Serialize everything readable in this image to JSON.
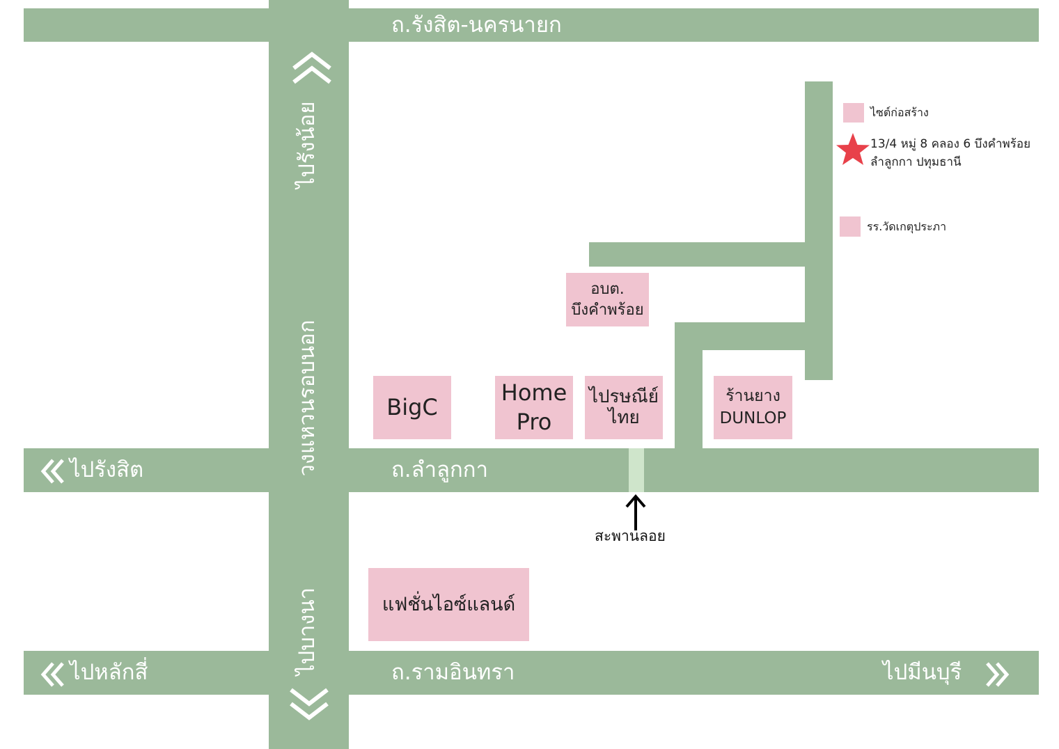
{
  "roads": {
    "top": "ถ.รังสิต-นครนายก",
    "middle": "ถ.ลำลูกกา",
    "bottom": "ถ.รามอินทรา",
    "outer_ring": "วงแหวนรอบนอก"
  },
  "directions": {
    "to_rangnoi": "ไปรังน้อย",
    "to_bangna": "ไปบางนา",
    "to_rangsit": "ไปรังสิต",
    "to_laksi": "ไปหลักสี่",
    "to_minburi": "ไปมีนบุรี"
  },
  "places": {
    "bigc": "BigC",
    "homepro_line1": "Home",
    "homepro_line2": "Pro",
    "post_line1": "ไปรษณีย์",
    "post_line2": "ไทย",
    "obt_line1": "อบต.",
    "obt_line2": "บึงคำพร้อย",
    "dunlop_line1": "ร้านยาง",
    "dunlop_line2": "DUNLOP",
    "fashion_island": "แฟชั่นไอซ์แลนด์"
  },
  "bridge_label": "สะพานลอย",
  "legend": {
    "site": "ไซต์ก่อสร้าง",
    "address_line1": "13/4 หมู่ 8 คลอง 6 บึงคำพร้อย",
    "address_line2": "ลำลูกกา ปทุมธานี",
    "school": "รร.วัดเกตุประภา"
  },
  "colors": {
    "road": "#9bb99a",
    "bridge": "#cfe5cb",
    "landmark": "#f0c4d0",
    "star": "#e8414a"
  },
  "icons": {
    "north_arrow": "double-chevron-up-icon",
    "south_arrow": "double-chevron-down-icon",
    "west_arrow": "double-chevron-left-icon",
    "east_arrow": "double-chevron-right-icon",
    "bridge_pointer": "arrow-up-icon",
    "location_marker": "star-icon"
  }
}
